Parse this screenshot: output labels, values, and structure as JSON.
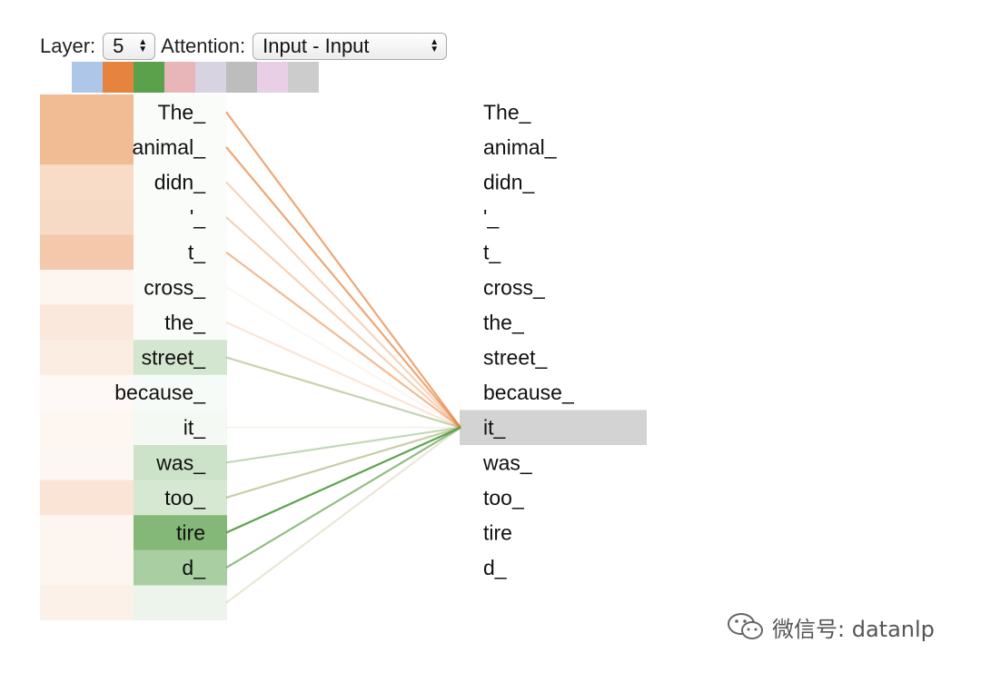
{
  "controls": {
    "layer_label": "Layer:",
    "layer_value": "5",
    "attention_label": "Attention:",
    "attention_value": "Input - Input"
  },
  "head_colors": [
    "#aec7e8",
    "#e6843f",
    "#5ba14c",
    "#e8b6b9",
    "#d7d3e0",
    "#bdbdbd",
    "#e9cfe6",
    "#cccccc"
  ],
  "chart_data": {
    "type": "attention",
    "left_tokens": [
      "The_",
      "animal_",
      "didn_",
      "'_",
      "t_",
      "cross_",
      "the_",
      "street_",
      "because_",
      "it_",
      "was_",
      "too_",
      "tire",
      "d_",
      ""
    ],
    "right_tokens": [
      "The_",
      "animal_",
      "didn_",
      "'_",
      "t_",
      "cross_",
      "the_",
      "street_",
      "because_",
      "it_",
      "was_",
      "too_",
      "tire",
      "d_"
    ],
    "selected_token_index": 9,
    "selected_color": "#d3d3d3",
    "heads": [
      {
        "color": "#e6843f",
        "weights": [
          0.62,
          0.62,
          0.3,
          0.32,
          0.48,
          0.06,
          0.18,
          0.14,
          0.02,
          0.05,
          0.04,
          0.22,
          0.06,
          0.06,
          0.1
        ]
      },
      {
        "color": "#5ba14c",
        "weights": [
          0.0,
          0.0,
          0.0,
          0.0,
          0.0,
          0.0,
          0.0,
          0.28,
          0.02,
          0.04,
          0.32,
          0.26,
          0.85,
          0.58,
          0.1
        ]
      }
    ]
  },
  "watermark": {
    "text": "微信号: datanlp"
  }
}
